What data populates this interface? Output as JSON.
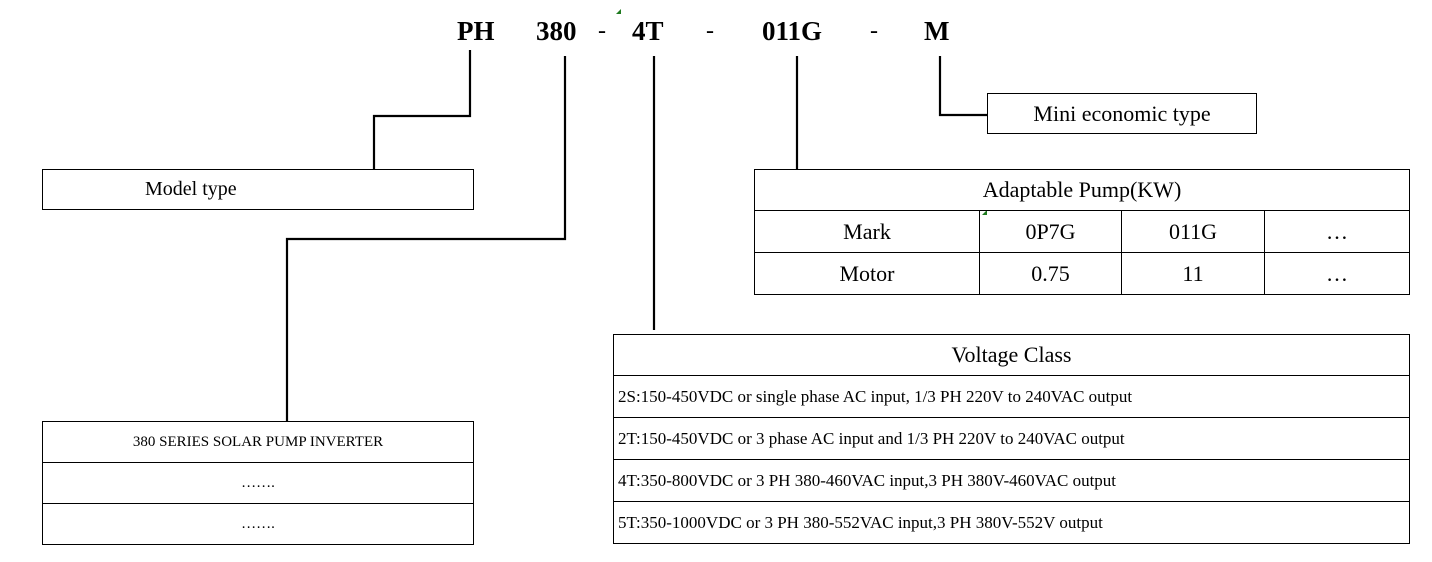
{
  "code": {
    "p1": "PH",
    "p2": "380",
    "sep1": "-",
    "p3": "4T",
    "sep2": "-",
    "p4": "011G",
    "sep3": "-",
    "p5": "M"
  },
  "mini": {
    "label": "Mini economic type"
  },
  "model": {
    "label": "Model type"
  },
  "pump": {
    "title": "Adaptable Pump(KW)",
    "rows": [
      [
        "Mark",
        "0P7G",
        "011G",
        "…"
      ],
      [
        "Motor",
        "0.75",
        "11",
        "…"
      ]
    ]
  },
  "series": {
    "rows": [
      "380 SERIES SOLAR PUMP INVERTER",
      "…….",
      "……."
    ]
  },
  "voltage": {
    "title": "Voltage Class",
    "rows": [
      "2S:150-450VDC or single phase AC input, 1/3 PH 220V to 240VAC output",
      "2T:150-450VDC or 3 phase AC input and 1/3 PH 220V to 240VAC output",
      "4T:350-800VDC or 3 PH 380-460VAC input,3 PH 380V-460VAC output",
      "5T:350-1000VDC or 3 PH 380-552VAC input,3 PH 380V-552V output"
    ]
  },
  "colors": {
    "line": "#000000",
    "marker": "#1f7a1f"
  }
}
